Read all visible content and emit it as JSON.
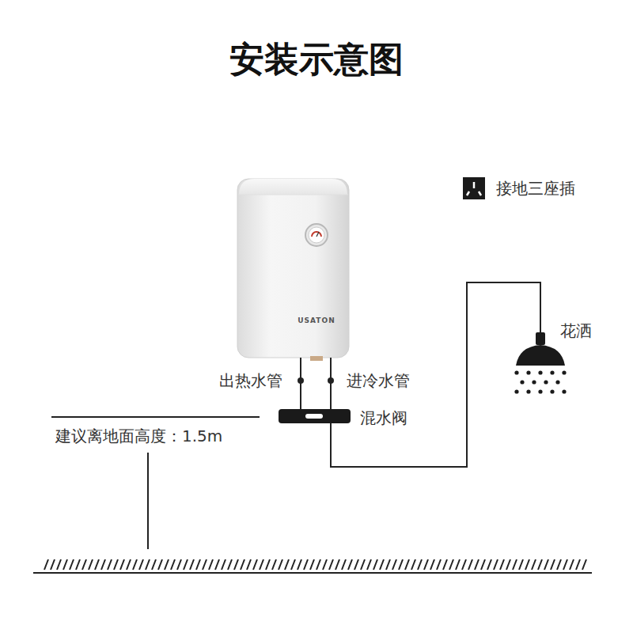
{
  "diagram": {
    "title": "安装示意图",
    "labels": [
      "USATON",
      "出热水管",
      "进冷水管",
      "混水阀",
      "花洒",
      "建议离地面高度：1.5m"
    ],
    "legend": [
      {
        "text": "接地三座插"
      }
    ]
  }
}
